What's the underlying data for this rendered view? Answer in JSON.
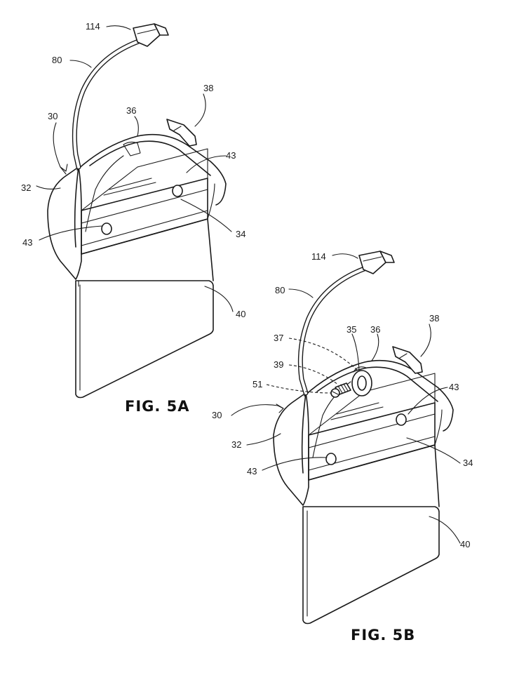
{
  "figures": [
    {
      "caption": "FIG. 5A",
      "labels": {
        "connector": "114",
        "cable": "80",
        "assembly": "30",
        "strap": "36",
        "clip": "38",
        "holes_right": "43",
        "holes_left": "43",
        "cover": "32",
        "panel": "34",
        "pouch": "40"
      }
    },
    {
      "caption": "FIG. 5B",
      "labels": {
        "connector": "114",
        "cable": "80",
        "retainer": "37",
        "ring": "35",
        "strap": "36",
        "clip": "38",
        "fastener": "39",
        "screw": "51",
        "holes_right": "43",
        "assembly": "30",
        "cover": "32",
        "holes_left": "43",
        "panel": "34",
        "pouch": "40"
      }
    }
  ]
}
